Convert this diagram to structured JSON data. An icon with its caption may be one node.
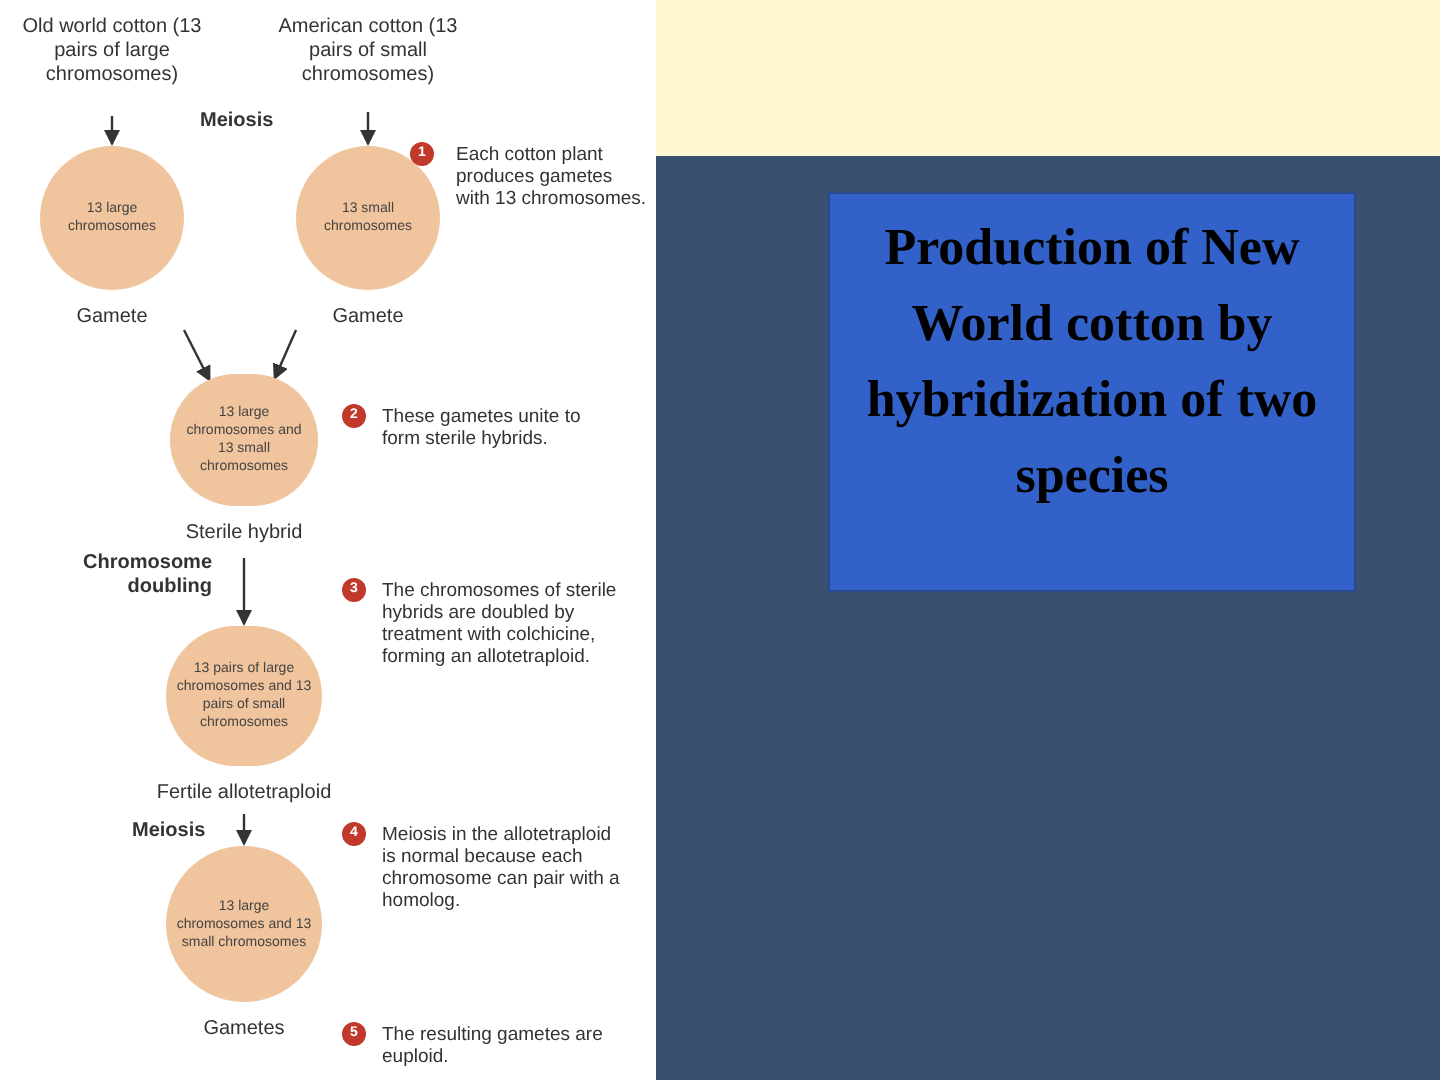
{
  "diagram": {
    "title": "Production of New World cotton by hybridization of two species",
    "nodes": [
      {
        "text": [
          "Old world cotton (13 pairs of large chromosomes)"
        ]
      },
      {
        "text": [
          "American cotton (13 pairs of small chromosomes)"
        ]
      },
      {
        "text": [
          "13 large chromosomes"
        ],
        "beside": [
          "Gamete"
        ]
      },
      {
        "text": [
          "13 small chromosomes"
        ],
        "beside": [
          "Gamete"
        ]
      },
      {
        "text": [
          "13 large chromosomes and 13 small chromosomes"
        ],
        "beside": [
          "Sterile hybrid"
        ]
      },
      {
        "text": [
          "13 pairs of large chromosomes and 13 pairs of small chromosomes"
        ],
        "beside": [
          "Fertile allotetraploid"
        ]
      },
      {
        "text": [
          "13 large chromosomes and 13 small chromosomes"
        ],
        "beside": [
          "Gametes"
        ]
      }
    ],
    "edges": [
      {
        "from": 0,
        "to": 2,
        "arrow": "to"
      },
      {
        "from": 1,
        "to": 3,
        "arrow": "to"
      },
      {
        "from": 2,
        "to": 4,
        "arrow": "to"
      },
      {
        "from": 3,
        "to": 4,
        "arrow": "to"
      },
      {
        "from": 4,
        "to": 5,
        "arrow": "to"
      },
      {
        "from": 5,
        "to": 6,
        "arrow": "to"
      }
    ],
    "labels": [
      "Meiosis",
      "1",
      "Each cotton plant produces gametes with 13 chromosomes.",
      "2",
      "These gametes unite to form sterile hybrids.",
      "Chromosome doubling",
      "3",
      "The chromosomes of sterile hybrids are doubled by treatment with colchicine, forming an allotetraploid.",
      "Meiosis",
      "4",
      "Meiosis in the allotetraploid is normal because each chromosome can pair with a homolog.",
      "5",
      "The resulting gametes are euploid."
    ]
  }
}
